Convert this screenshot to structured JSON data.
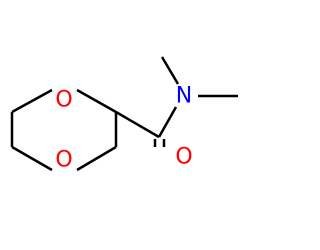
{
  "molecule": {
    "atoms": {
      "ring_oxygen_top": {
        "symbol": "O",
        "color": "#ff0000"
      },
      "ring_oxygen_bottom": {
        "symbol": "O",
        "color": "#ff0000"
      },
      "carbonyl_oxygen": {
        "symbol": "O",
        "color": "#ff0000"
      },
      "amide_nitrogen": {
        "symbol": "N",
        "color": "#0000ff"
      }
    },
    "bond_color": "#000000",
    "background": "#ffffff"
  }
}
